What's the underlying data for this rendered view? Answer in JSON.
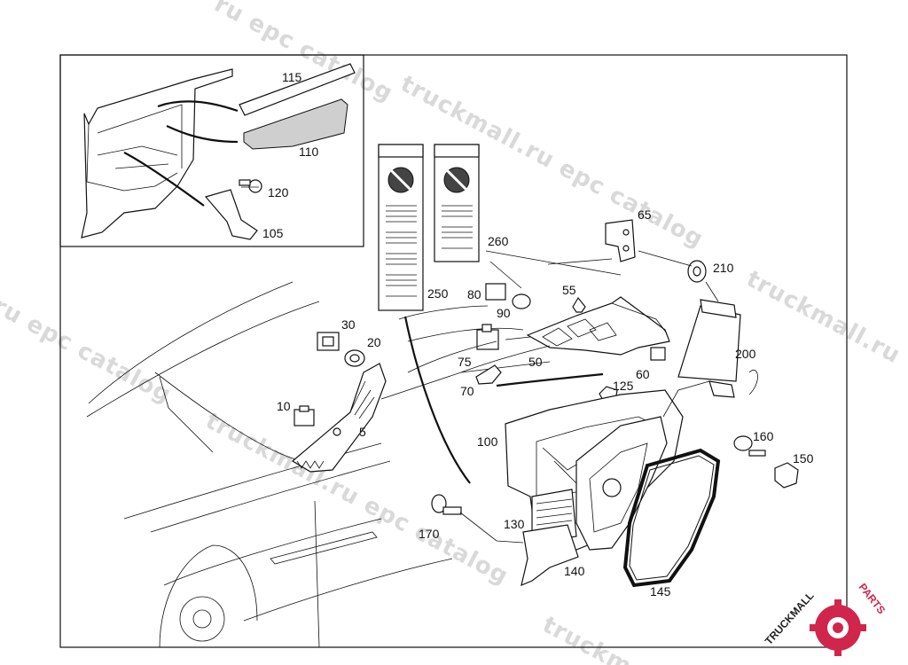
{
  "watermark": {
    "text_primary": "truckmall.ru epc catalog",
    "text_partial_top": "ru epc catalog",
    "text_partial_left": "ru epc catalog",
    "text_partial_right": "truckmall.ru",
    "text_partial_bottom": "truckmall.ru epc catalog",
    "text_partial_bottom2": "truckm"
  },
  "logo": {
    "text_black": "TRUCKMALL",
    "text_red": "PARTS",
    "color_red": "#d0264b"
  },
  "parts": [
    {
      "id": "p115",
      "label": "115"
    },
    {
      "id": "p110",
      "label": "110"
    },
    {
      "id": "p120",
      "label": "120"
    },
    {
      "id": "p105",
      "label": "105"
    },
    {
      "id": "p250",
      "label": "250"
    },
    {
      "id": "p260",
      "label": "260"
    },
    {
      "id": "p65",
      "label": "65"
    },
    {
      "id": "p210",
      "label": "210"
    },
    {
      "id": "p80",
      "label": "80"
    },
    {
      "id": "p55",
      "label": "55"
    },
    {
      "id": "p90",
      "label": "90"
    },
    {
      "id": "p30",
      "label": "30"
    },
    {
      "id": "p20",
      "label": "20"
    },
    {
      "id": "p75",
      "label": "75"
    },
    {
      "id": "p50",
      "label": "50"
    },
    {
      "id": "p60",
      "label": "60"
    },
    {
      "id": "p200",
      "label": "200"
    },
    {
      "id": "p70",
      "label": "70"
    },
    {
      "id": "p125",
      "label": "125"
    },
    {
      "id": "p10",
      "label": "10"
    },
    {
      "id": "p5",
      "label": "5"
    },
    {
      "id": "p100",
      "label": "100"
    },
    {
      "id": "p160",
      "label": "160"
    },
    {
      "id": "p150",
      "label": "150"
    },
    {
      "id": "p130",
      "label": "130"
    },
    {
      "id": "p170",
      "label": "170"
    },
    {
      "id": "p140",
      "label": "140"
    },
    {
      "id": "p145",
      "label": "145"
    }
  ]
}
